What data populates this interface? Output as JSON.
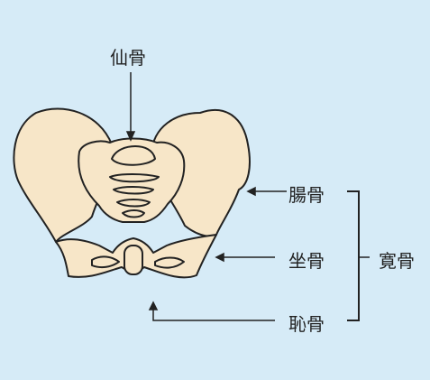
{
  "labels": {
    "sacrum": "仙骨",
    "ilium": "腸骨",
    "ischium": "坐骨",
    "pubis": "恥骨",
    "hip_bone": "寛骨"
  },
  "colors": {
    "background": "#d6ebf7",
    "bone": "#f7e6c8",
    "outline": "#222222"
  }
}
